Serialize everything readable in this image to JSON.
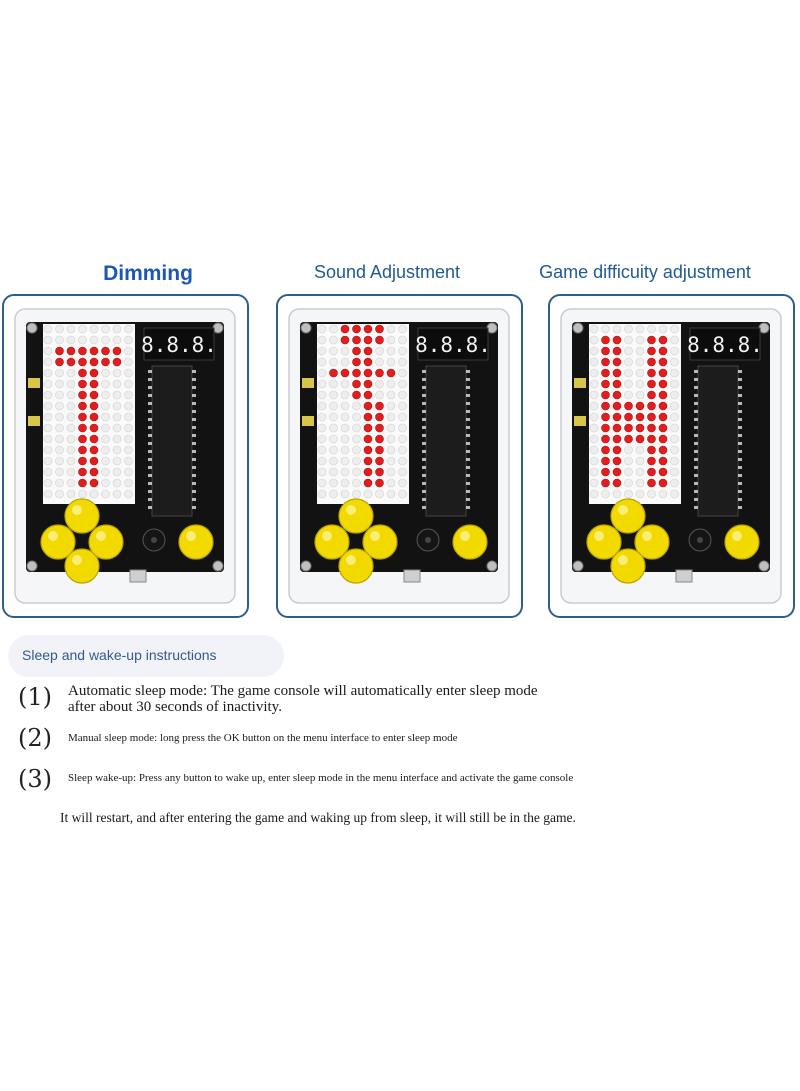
{
  "panels": [
    {
      "title": "Dimming",
      "segment_display": "8.8.8."
    },
    {
      "title": "Sound Adjustment",
      "segment_display": "8.8.8."
    },
    {
      "title": "Game difficuity adjustment",
      "segment_display": "8.8.8."
    }
  ],
  "info_heading": "Sleep and wake-up instructions",
  "instructions": [
    {
      "number": "(1)",
      "lines": [
        "Automatic sleep mode: The game console will automatically enter sleep mode",
        "after about 30 seconds of inactivity."
      ]
    },
    {
      "number": "(2)",
      "lines": [
        "Manual sleep mode: long press the OK button on the menu interface to enter sleep mode"
      ]
    },
    {
      "number": "(3)",
      "lines": [
        "Sleep wake-up: Press any button to wake up, enter sleep mode in the menu interface and activate the game console"
      ]
    }
  ],
  "footer": "It will restart, and after entering the game and waking up from sleep, it will still be in the game.",
  "colors": {
    "accent": "#2c5f8f",
    "led_on": "#e11d1d",
    "led_off": "#eeeeee",
    "button": "#f2d900",
    "pcb": "#121212"
  }
}
